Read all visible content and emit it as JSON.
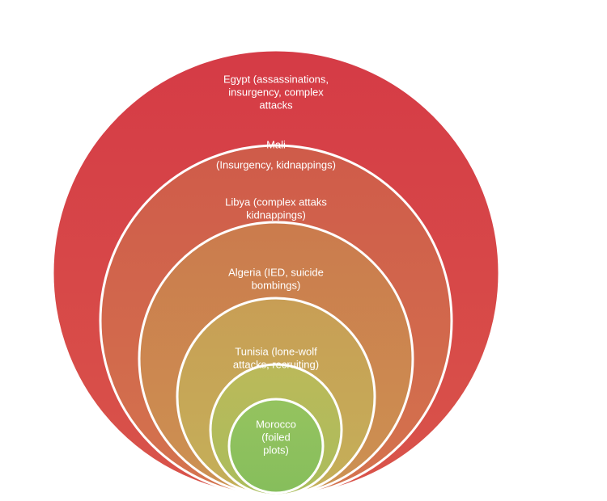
{
  "diagram": {
    "rings": [
      {
        "id": "egypt",
        "lines": [
          "Egypt (assassinations,",
          "insurgency, complex",
          "attacks"
        ],
        "color": "#d54048"
      },
      {
        "id": "mali",
        "lines": [
          "Mali",
          "",
          "(Insurgency, kidnappings)"
        ],
        "color": "#d0644c"
      },
      {
        "id": "libya",
        "lines": [
          "Libya (complex attaks",
          "kidnappings)"
        ],
        "color": "#ca844f"
      },
      {
        "id": "algeria",
        "lines": [
          "Algeria (IED, suicide",
          "bombings)"
        ],
        "color": "#c6a456"
      },
      {
        "id": "tunisia",
        "lines": [
          "Tunisia (lone-wolf",
          "attacks, recruiting)"
        ],
        "color": "#b8bb5a"
      },
      {
        "id": "morocco",
        "lines": [
          "Morocco",
          "(foiled",
          "plots)"
        ],
        "color": "#92c25e"
      }
    ]
  }
}
